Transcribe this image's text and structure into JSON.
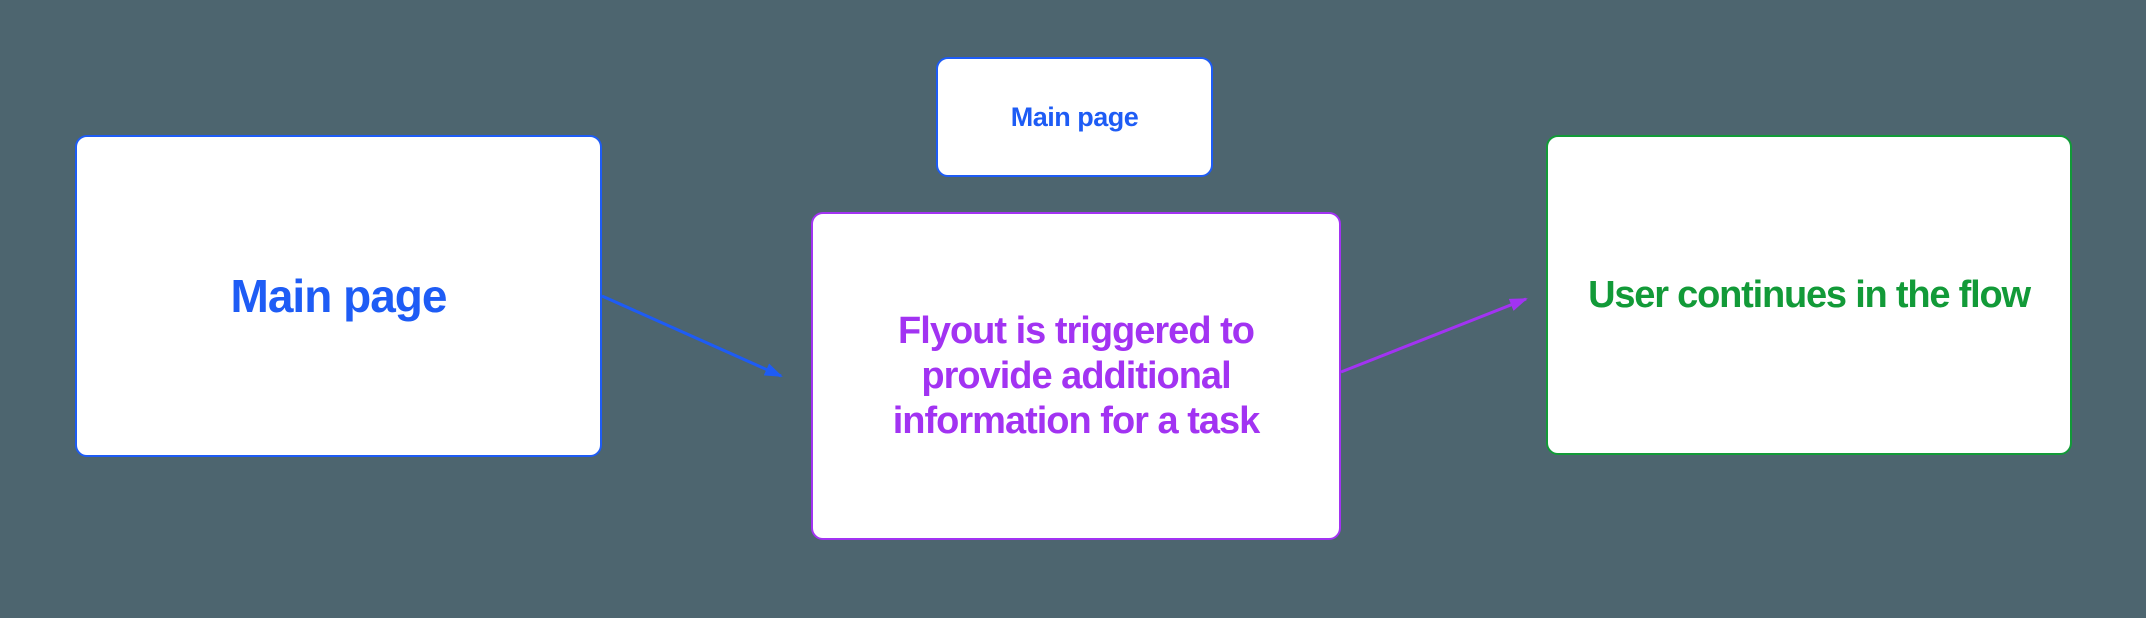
{
  "colors": {
    "background": "#4d656f",
    "blue": "#1e5cf5",
    "purple": "#a233f2",
    "green": "#129a38",
    "box_bg": "#ffffff"
  },
  "nodes": {
    "main_page": {
      "label": "Main page"
    },
    "main_page_small": {
      "label": "Main page"
    },
    "flyout": {
      "label": "Flyout is triggered to provide additional information for a task"
    },
    "continue": {
      "label": "User continues in the flow"
    }
  },
  "connectors": [
    {
      "name": "main-to-flyout",
      "color": "#1e5cf5"
    },
    {
      "name": "flyout-to-continue",
      "color": "#a233f2"
    }
  ]
}
